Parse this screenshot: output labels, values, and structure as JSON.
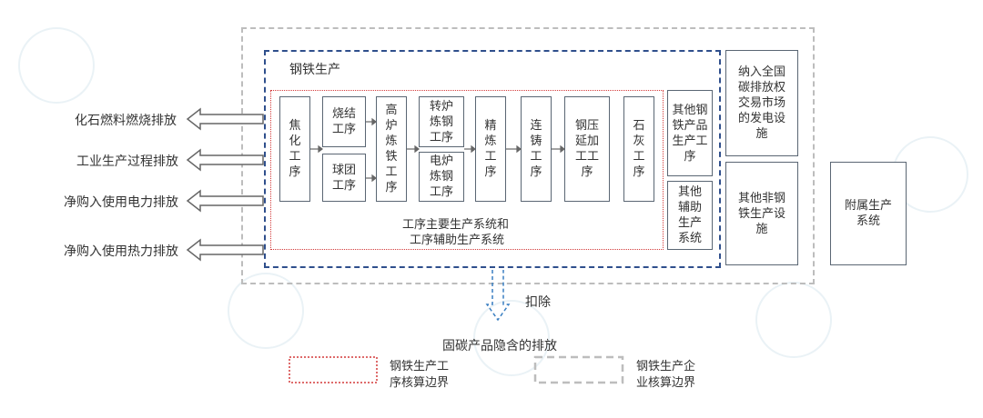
{
  "diagram": {
    "steel_title": "钢铁生产",
    "process_note_line1": "工序主要生产系统和",
    "process_note_line2": "工序辅助生产系统",
    "processes": {
      "coking": "焦化工序",
      "sintering": "烧结工序",
      "pelletizing": "球团工序",
      "blast_furnace": "高炉炼铁工序",
      "converter": "转炉炼钢工序",
      "eaf": "电炉炼钢工序",
      "refining": "精炼工序",
      "casting": "连铸工序",
      "rolling": "钢压延加工工序",
      "lime": "石灰工序",
      "other_steel": "其他钢铁产品生产工序",
      "other_aux": "其他辅助生产系统"
    },
    "right_boxes": {
      "national_carbon": "纳入全国碳排放权交易市场的发电设施",
      "other_non_steel": "其他非钢铁生产设施",
      "affiliated": "附属生产系统"
    },
    "emissions": [
      "化石燃料燃烧排放",
      "工业生产过程排放",
      "净购入使用电力排放",
      "净购入使用热力排放"
    ],
    "deduct_label": "扣除",
    "fixed_carbon_label": "固碳产品隐含的排放",
    "legend": {
      "red_line1": "钢铁生产工",
      "red_line2": "序核算边界",
      "grey_line1": "钢铁生产企",
      "grey_line2": "业核算边界"
    },
    "colors": {
      "navy_dash": "#2f4f8c",
      "red_dot": "#d33a3a",
      "grey_dash": "#bdbdbd",
      "box_border": "#5a6673"
    }
  }
}
